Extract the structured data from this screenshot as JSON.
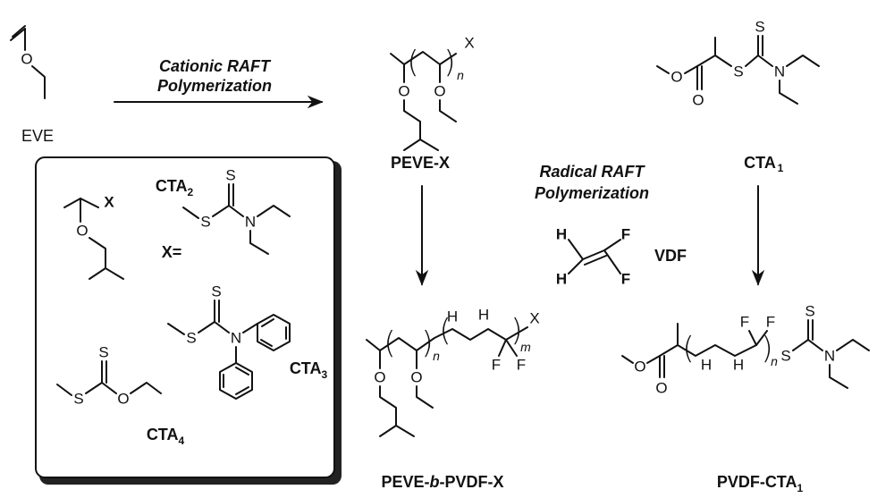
{
  "labels": {
    "eve": "EVE",
    "cationic_line1": "Cationic RAFT",
    "cationic_line2": "Polymerization",
    "peve_x": "PEVE-X",
    "cta1": "CTA",
    "cta1_sub": "1",
    "radical_line1": "Radical RAFT",
    "radical_line2": "Polymerization",
    "vdf": "VDF",
    "peve_b_pvdf_x_pre": "PEVE-",
    "peve_b_pvdf_x_b": "b",
    "peve_b_pvdf_x_post": "-PVDF-X",
    "pvdf_cta1": "PVDF-CTA",
    "pvdf_cta1_sub": "1",
    "cta2": "CTA",
    "cta2_sub": "2",
    "cta3": "CTA",
    "cta3_sub": "3",
    "cta4": "CTA",
    "cta4_sub": "4",
    "x_equals": "X=",
    "x": "X"
  },
  "atoms": {
    "O": "O",
    "S": "S",
    "N": "N",
    "F": "F",
    "H": "H",
    "X": "X",
    "n": "n",
    "m": "m",
    "open": "(",
    "close": ")"
  }
}
